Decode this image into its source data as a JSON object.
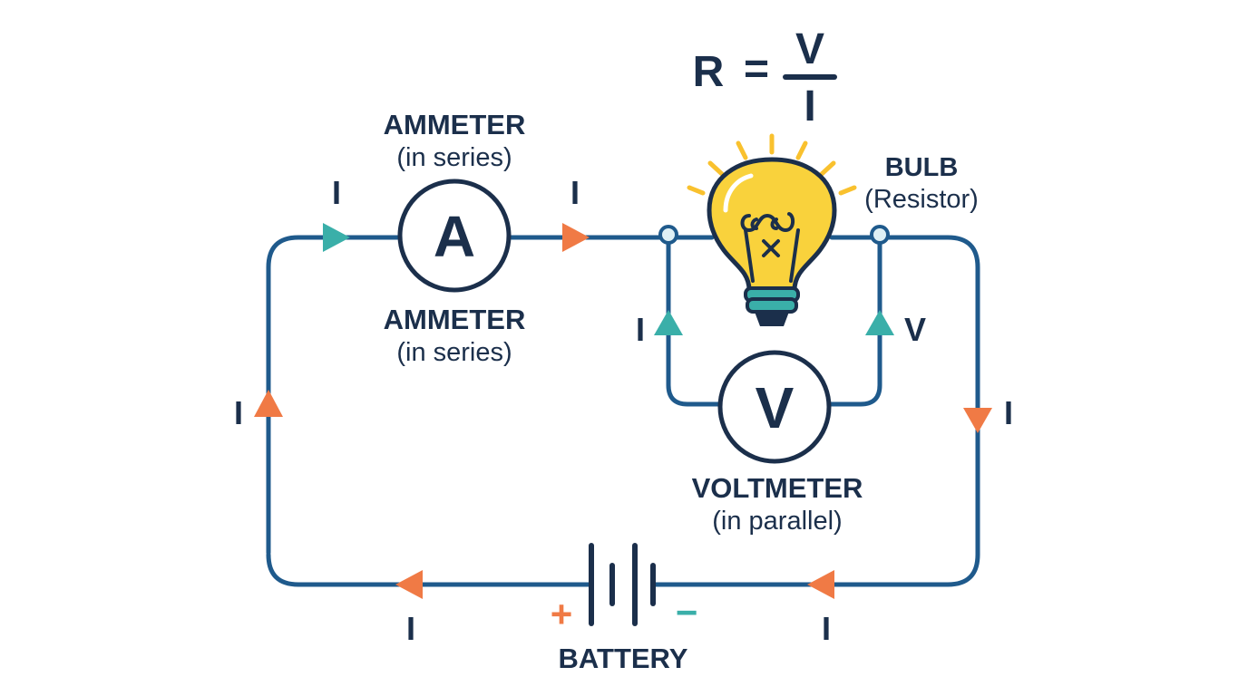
{
  "formula": {
    "lhs": "R",
    "equals": "=",
    "numerator": "V",
    "denominator": "I"
  },
  "ammeter": {
    "symbol": "A",
    "label_top": "AMMETER",
    "sub_top": "(in series)",
    "label_bottom": "AMMETER",
    "sub_bottom": "(in series)"
  },
  "bulb": {
    "label": "BULB",
    "sub": "(Resistor)"
  },
  "voltmeter": {
    "symbol": "V",
    "label": "VOLTMETER",
    "sub": "(in parallel)"
  },
  "battery": {
    "label": "BATTERY",
    "plus": "+",
    "minus": "−"
  },
  "current_symbol": "I",
  "voltage_symbol": "V",
  "colors": {
    "wire": "#1f5a8c",
    "text": "#1b2f4b",
    "arrow_orange": "#f07a45",
    "arrow_teal": "#3aafa9",
    "bulb_yellow": "#f9d23c",
    "bulb_base": "#3aafa9",
    "plus": "#f07a45",
    "minus": "#3aafa9"
  }
}
